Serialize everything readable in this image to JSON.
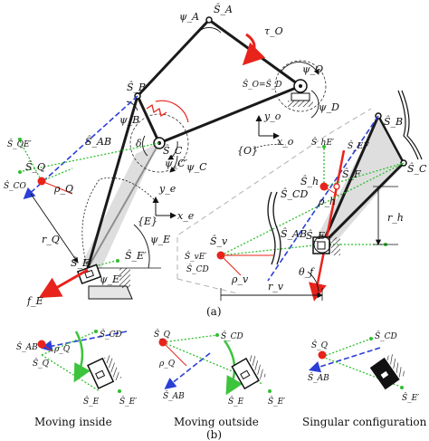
{
  "labels": {
    "psi_A": "ψ_A",
    "S_A": "Ŝ_A",
    "tau_O": "τ_O",
    "psi_O": "ψ_O",
    "S_O_eq_S_D": "Ŝ_O=Ŝ_D",
    "psi_D": "ψ_D",
    "S_B": "Ŝ_B",
    "psi_B": "ψ_B",
    "delta": "δ",
    "S_C": "Ŝ_C",
    "psi_C_prime": "ψ_C′",
    "psi_C": "ψ_C",
    "y_o": "y_o",
    "x_o": "x_o",
    "frame_O": "{O}",
    "S_QE_prime": "Ŝ_QE′",
    "S_AB": "Ŝ_AB",
    "S_Q": "Ŝ_Q",
    "rho_Q": "ρ_Q",
    "S_CO": "Ŝ_CO",
    "y_e": "y_e",
    "x_e": "x_e",
    "frame_E": "{E}",
    "psi_E": "ψ_E",
    "r_Q": "r_Q",
    "S_E_prime": "Ŝ_E′",
    "S_E": "Ŝ_E",
    "psi_E_prime": "ψ_E′",
    "f_E": "f_E",
    "detail_S_B": "Ŝ_B",
    "detail_S_C": "Ŝ_C",
    "S_hE_prime": "Ŝ_hE′",
    "S_EF": "Ŝ_EF",
    "S_F": "Ŝ_F",
    "S_h": "Ŝ_h",
    "detail_S_CD": "Ŝ_CD",
    "rho_h": "ρ_h",
    "r_h": "r_h",
    "detail_S_AB": "Ŝ_AB",
    "S_v": "Ŝ_v",
    "detail_S_E": "Ŝ_E",
    "S_vE_prime": "Ŝ_vE′",
    "detail_S_CD2": "Ŝ_CD",
    "rho_v": "ρ_v",
    "theta_f": "θ_f",
    "r_v": "r_v",
    "panel_a": "(a)",
    "panel_b": "(b)",
    "b1_S_AB": "Ŝ_AB",
    "b1_rho_Q": "ρ_Q",
    "b1_S_CD": "Ŝ_CD",
    "b1_S_Q": "Ŝ_Q",
    "b1_S_E": "Ŝ_E",
    "b1_S_E_prime": "Ŝ_E′",
    "b2_S_Q": "Ŝ_Q",
    "b2_S_CD": "Ŝ_CD",
    "b2_rho_Q": "ρ_Q",
    "b2_S_AB": "Ŝ_AB",
    "b2_S_E": "Ŝ_E",
    "b2_S_E_prime": "Ŝ_E′",
    "b3_S_Q": "Ŝ_Q",
    "b3_S_CD": "Ŝ_CD",
    "b3_S_AB": "Ŝ_AB",
    "b3_S_E_prime": "Ŝ_E′",
    "caption_moving_inside": "Moving inside",
    "caption_moving_outside": "Moving outside",
    "caption_singular": "Singular configuration"
  },
  "colors": {
    "link": "#1a1a1a",
    "screw_ab": "#2b3fd6",
    "screw_green": "#2fbf2f",
    "force_red": "#e8231c",
    "grey_fill": "#d6d6d6",
    "dashed_grey": "#b0b0b0",
    "arrow_green": "#3cc43c"
  }
}
